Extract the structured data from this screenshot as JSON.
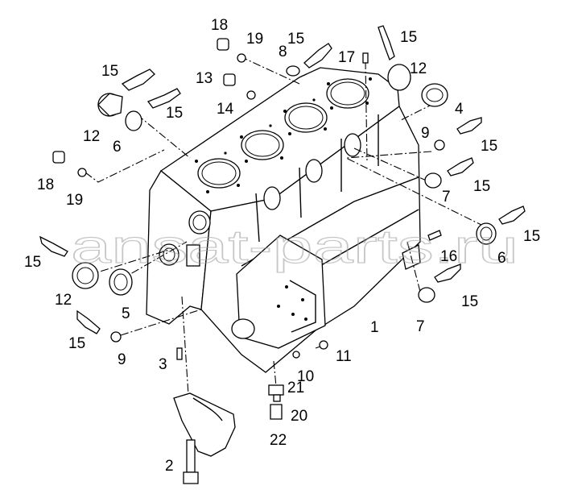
{
  "watermark": "ansat-parts.ru",
  "callouts": {
    "c1": "1",
    "c2": "2",
    "c3": "3",
    "c4": "4",
    "c5": "5",
    "c6a": "6",
    "c6b": "6",
    "c7a": "7",
    "c7b": "7",
    "c8": "8",
    "c9a": "9",
    "c9b": "9",
    "c10": "10",
    "c11": "11",
    "c12a": "12",
    "c12b": "12",
    "c12c": "12",
    "c13": "13",
    "c14": "14",
    "c15a": "15",
    "c15b": "15",
    "c15c": "15",
    "c15d": "15",
    "c15e": "15",
    "c15f": "15",
    "c15g": "15",
    "c15h": "15",
    "c15i": "15",
    "c15j": "15",
    "c16": "16",
    "c17": "17",
    "c18a": "18",
    "c18b": "18",
    "c19a": "19",
    "c19b": "19",
    "c20": "20",
    "c21": "21",
    "c22": "22"
  }
}
